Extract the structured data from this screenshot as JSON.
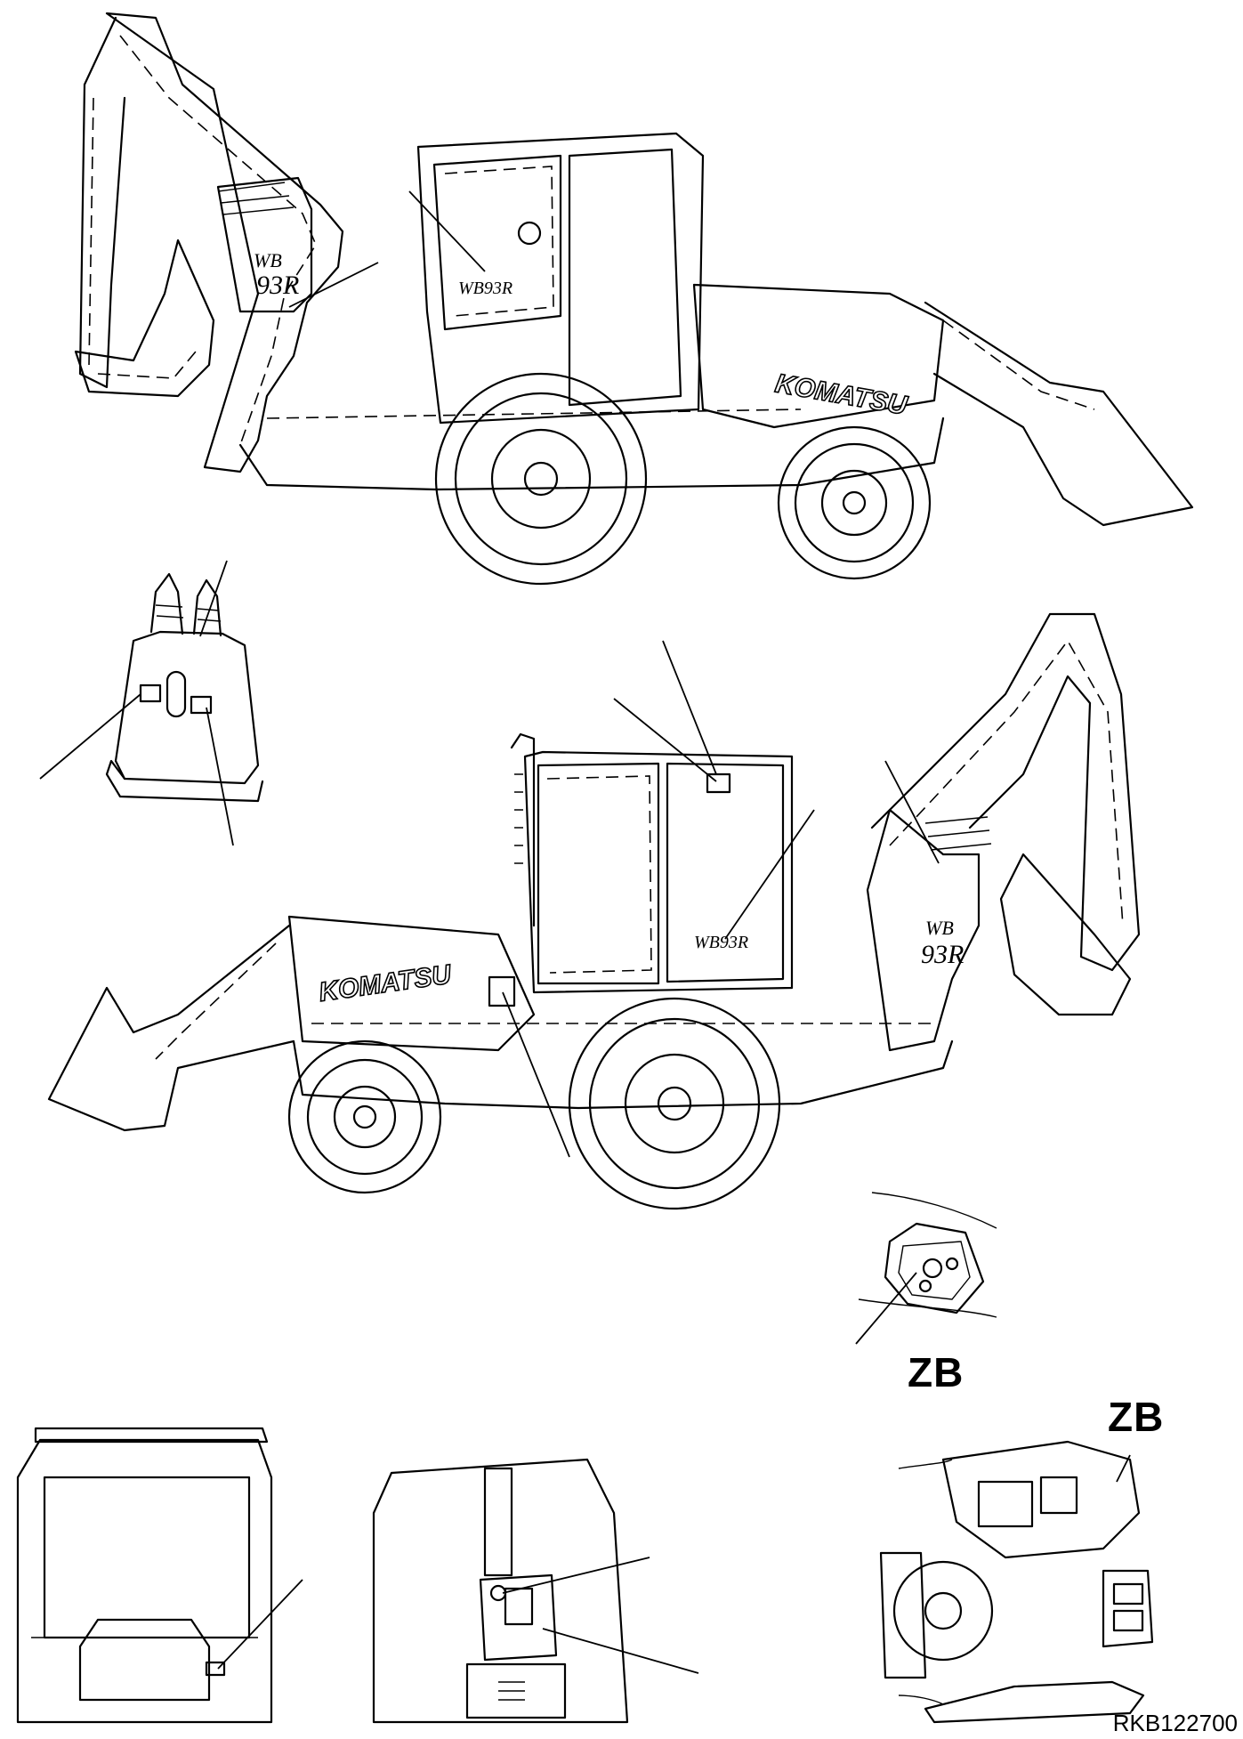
{
  "figure": {
    "callouts": {
      "detail_zb_top": "ZB",
      "detail_zb_right": "ZB"
    },
    "drawing_code": "RKB122700"
  }
}
